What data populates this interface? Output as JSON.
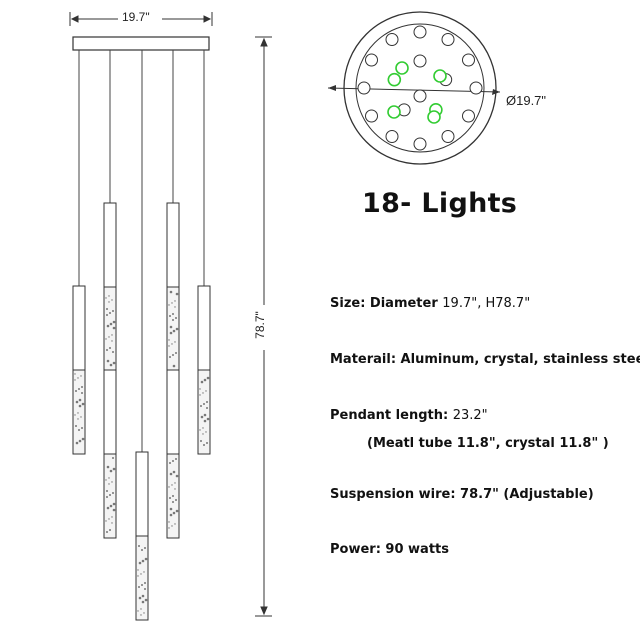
{
  "dimensions": {
    "width": "19.7\"",
    "height": "78.7\"",
    "diameter": "Ø19.7\""
  },
  "title": "18- Lights",
  "specs": [
    {
      "label": "Size: Diameter ",
      "value": "19.7\", H78.7\""
    },
    {
      "label": "Materail: Aluminum, crystal, stainless steel",
      "value": ""
    },
    {
      "label": "Pendant length: ",
      "value": "23.2\""
    },
    {
      "label": "Suspension wire: 78.7\" (Adjustable)",
      "value": ""
    },
    {
      "label": "Power: 90 watts",
      "value": ""
    }
  ],
  "pendant_sub": "(Meatl tube 11.8\", crystal 11.8\" )",
  "colors": {
    "line": "#333333",
    "highlight": "#33cc33"
  }
}
